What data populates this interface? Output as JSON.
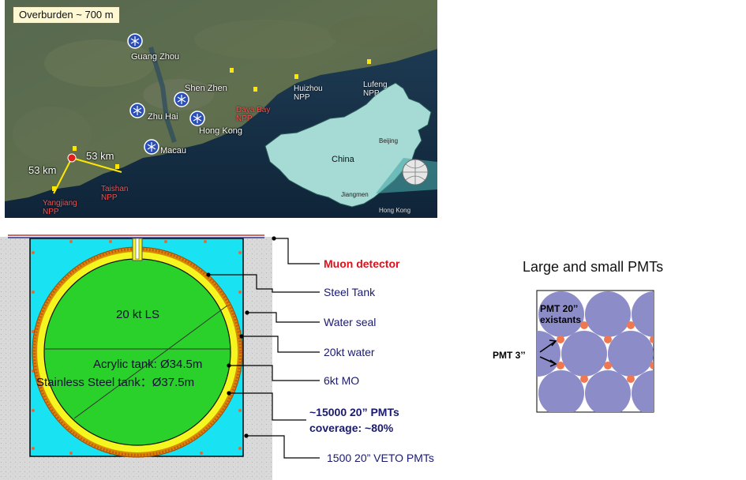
{
  "map": {
    "overburden": "Overburden ~ 700 m",
    "cities": {
      "guangzhou": "Guang Zhou",
      "shenzhen": "Shen Zhen",
      "zhuhai": "Zhu Hai",
      "hongkong": "Hong Kong",
      "macau": "Macau"
    },
    "npps": {
      "huizhou": [
        "Huizhou",
        "NPP"
      ],
      "lufeng": [
        "Lufeng",
        "NPP"
      ],
      "dayabay": [
        "Daya Bay",
        "NPP"
      ],
      "taishan": [
        "Taishan",
        "NPP"
      ],
      "yangjiang": [
        "Yangjiang",
        "NPP"
      ]
    },
    "distances": [
      "53 km",
      "53 km"
    ],
    "inset": {
      "china": "China",
      "beijing": "Beijing",
      "jiangmen": "Jiangmen",
      "hongkong": "Hong Kong"
    }
  },
  "detector": {
    "inner": {
      "ls": "20 kt LS",
      "acrylic": "Acrylic tank: Ø34.5m",
      "steel": "Stainless Steel tank：Ø37.5m"
    },
    "labels": {
      "muon": "Muon detector",
      "steel_tank": "Steel Tank",
      "water_seal": "Water seal",
      "water": "20kt water",
      "mo": "6kt  MO",
      "pmts_line1": "~15000  20” PMTs",
      "pmts_line2": "coverage: ~80%",
      "veto": "1500  20” VETO PMTs"
    }
  },
  "pmt_panel": {
    "title": "Large and small PMTs",
    "pmt20_line1": "PMT 20’’",
    "pmt20_line2": "existants",
    "pmt3": "PMT 3’’"
  },
  "colors": {
    "liquid_scintillator": "#2ad12a",
    "water": "#19e3f2",
    "mineral_oil": "#f5f520",
    "large_pmt": "#8c8cc8",
    "small_pmt": "#f07850",
    "muon_label": "#e0101a",
    "label_text": "#1a1a6e"
  }
}
